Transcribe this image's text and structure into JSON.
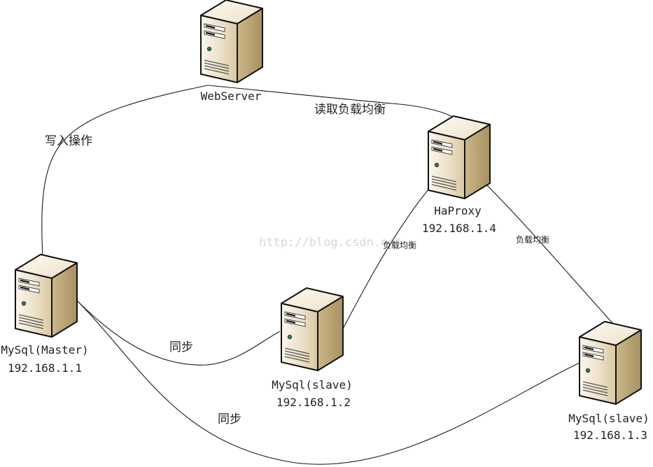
{
  "nodes": {
    "webserver": {
      "name": "WebServer",
      "ip": ""
    },
    "haproxy": {
      "name": "HaProxy",
      "ip": "192.168.1.4"
    },
    "master": {
      "name": "MySql(Master)",
      "ip": "192.168.1.1"
    },
    "slave2": {
      "name": "MySql(slave)",
      "ip": "192.168.1.2"
    },
    "slave3": {
      "name": "MySql(slave)",
      "ip": "192.168.1.3"
    }
  },
  "edges": {
    "write": "写入操作",
    "read_lb": "读取负载均衡",
    "lb_slave2": "负载均衡",
    "lb_slave3": "负载均衡",
    "sync_slave2": "同步",
    "sync_slave3": "同步"
  },
  "watermark": "http://blog.csdn.net",
  "colors": {
    "server_front": "#e8dcc0",
    "server_side": "#c9b68b",
    "server_top": "#f3ecd9",
    "outline": "#111111"
  }
}
